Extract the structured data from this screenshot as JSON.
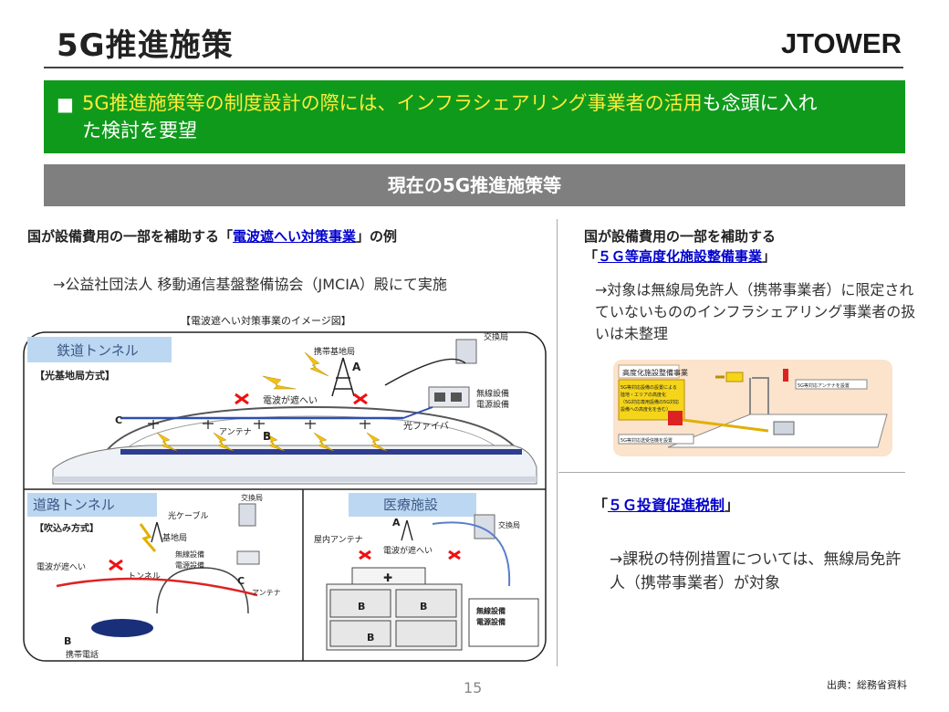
{
  "header": {
    "title": "5G推進施策",
    "logo": "JTOWER"
  },
  "banner": {
    "part1": "5G推進施策等の制度設計の際には、インフラシェアリング事業者の活用",
    "part2": "も念頭に入れ",
    "line2": "た検討を要望"
  },
  "section_title": "現在の5G推進施策等",
  "left": {
    "heading_pre": "国が設備費用の一部を補助する「",
    "heading_link": "電波遮へい対策事業",
    "heading_post": "」の例",
    "note": "→公益社団法人 移動通信基盤整備協会（JMCIA）殿にて実施",
    "diagram": {
      "caption": "【電波遮へい対策事業のイメージ図】",
      "rail_label": "鉄道トンネル",
      "rail_method": "【光基地局方式】",
      "exchange": "交換局",
      "base_station": "携帯基地局",
      "radio_equipment": "無線設備",
      "power_equipment": "電源設備",
      "blocked": "電波が遮へい",
      "antenna": "アンテナ",
      "fiber": "光ファイバ",
      "road_label": "道路トンネル",
      "road_method": "【吹込み方式】",
      "optical_cable": "光ケーブル",
      "base_station_short": "基地局",
      "tunnel": "トンネル",
      "mobile_phone": "携帯電話",
      "medical_label": "医療施設",
      "indoor_antenna": "屋内アンテナ"
    }
  },
  "right": {
    "heading_line1": "国が設備費用の一部を補助する",
    "heading_link": "５Ｇ等高度化施設整備事業",
    "text": "→対象は無線局免許人（携帯事業者）に限定されていないもののインフラシェアリング事業者の扱いは未整理",
    "figure": {
      "title": "高度化施設整備事業",
      "note": "5G等対応設備の設置による陸地・エリアの高度化（5G対応専用設備の5G対応設備への高度化を含む）",
      "antenna_label": "5G等対応アンテナを設置",
      "equipment_label": "5G等対応送受信機を設置"
    },
    "heading2_link": "５Ｇ投資促進税制",
    "text2": "→課税の特例措置については、無線局免許人（携帯事業者）が対象"
  },
  "footer": {
    "page": "15",
    "source": "出典：総務省資料"
  },
  "colors": {
    "banner": "#0f9a1c",
    "highlight": "#ffeb3b",
    "section": "#7f7f7f",
    "link": "#0000cc"
  }
}
